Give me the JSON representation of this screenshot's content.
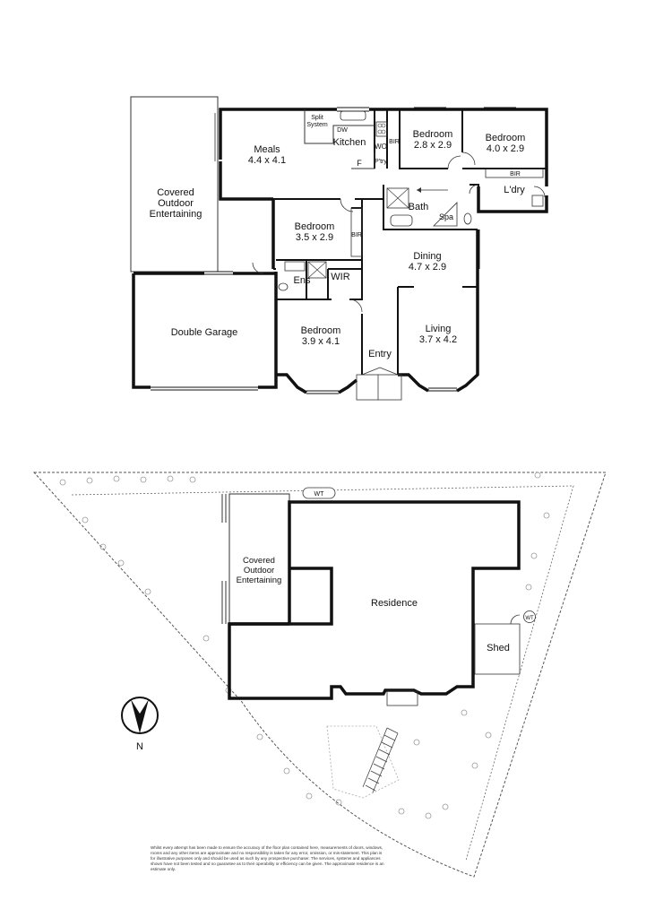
{
  "floor_plan": {
    "rooms": {
      "covered_outdoor": [
        "Covered",
        "Outdoor",
        "Entertaining"
      ],
      "meals": {
        "name": "Meals",
        "size": "4.4 x 4.1"
      },
      "split_system": [
        "Split",
        "System"
      ],
      "dw": "DW",
      "kitchen": "Kitchen",
      "wo": "WO",
      "bir": "BIR",
      "f": "F",
      "pantry": "P'try",
      "bed_28": {
        "name": "Bedroom",
        "size": "2.8 x 2.9"
      },
      "bed_40": {
        "name": "Bedroom",
        "size": "4.0 x 2.9"
      },
      "laundry": "L'dry",
      "bath": "Bath",
      "spa": "Spa",
      "bed_35": {
        "name": "Bedroom",
        "size": "3.5 x 2.9"
      },
      "dining": {
        "name": "Dining",
        "size": "4.7 x 2.9"
      },
      "ens": "Ens",
      "wir": "WIR",
      "garage": "Double Garage",
      "bed_39": {
        "name": "Bedroom",
        "size": "3.9 x 4.1"
      },
      "living": {
        "name": "Living",
        "size": "3.7 x 4.2"
      },
      "entry": "Entry"
    }
  },
  "site_plan": {
    "wt": "WT",
    "covered_outdoor": [
      "Covered",
      "Outdoor",
      "Entertaining"
    ],
    "residence": "Residence",
    "shed": "Shed",
    "north": "N"
  },
  "disclaimer": "Whilst every attempt has been made to ensure the accuracy of the floor plan contained here, measurements of doors, windows, rooms and any other items are approximate and no responsibility is taken for any error, omission, or mis-statement. This plan is for illustrative purposes only and should be used as such by any prospective purchaser. The services, systems and appliances shown have not been tested and no guarantee as to their operability or efficiency can be given. The approximate residence is an estimate only."
}
